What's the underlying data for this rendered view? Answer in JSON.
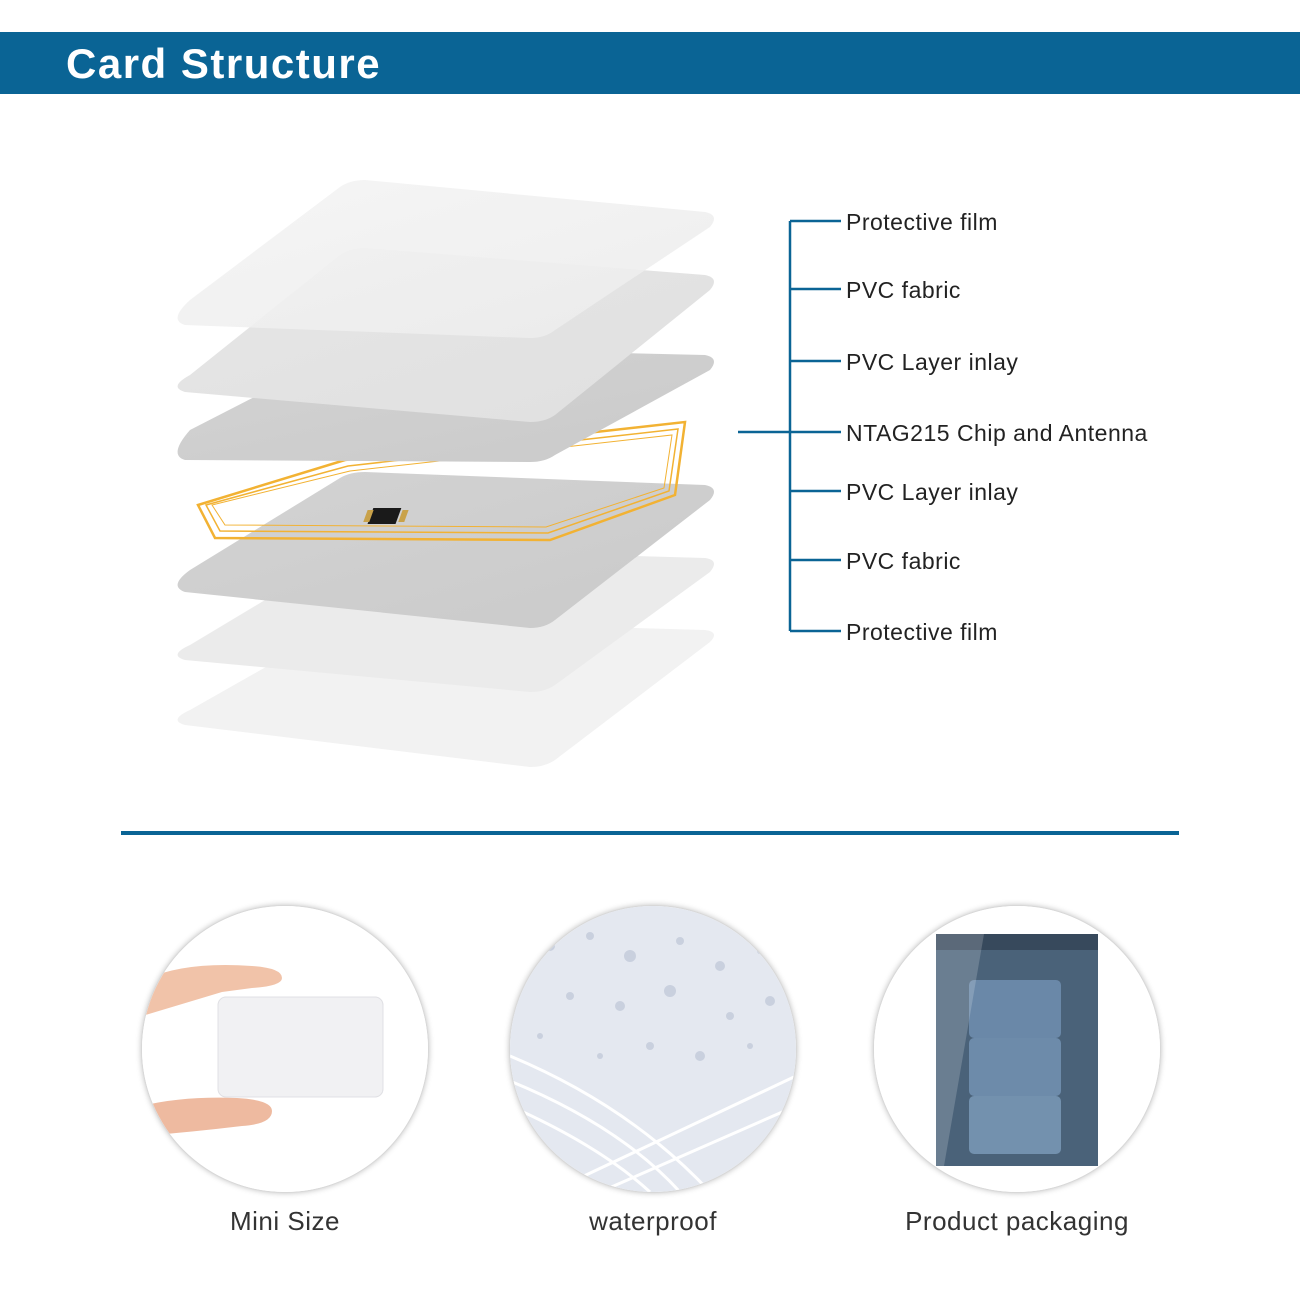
{
  "header": {
    "title": "Card Structure"
  },
  "layers": [
    {
      "label": "Protective film"
    },
    {
      "label": "PVC fabric"
    },
    {
      "label": "PVC Layer inlay"
    },
    {
      "label": "NTAG215 Chip and Antenna"
    },
    {
      "label": "PVC Layer inlay"
    },
    {
      "label": "PVC fabric"
    },
    {
      "label": "Protective film"
    }
  ],
  "features": [
    {
      "caption": "Mini Size",
      "icon": "hand-holding-card-image"
    },
    {
      "caption": "waterproof",
      "icon": "water-droplets-cards-image"
    },
    {
      "caption": "Product packaging",
      "icon": "packaged-cards-image"
    }
  ],
  "colors": {
    "brand": "#0a6495",
    "antenna": "#f2b233"
  }
}
